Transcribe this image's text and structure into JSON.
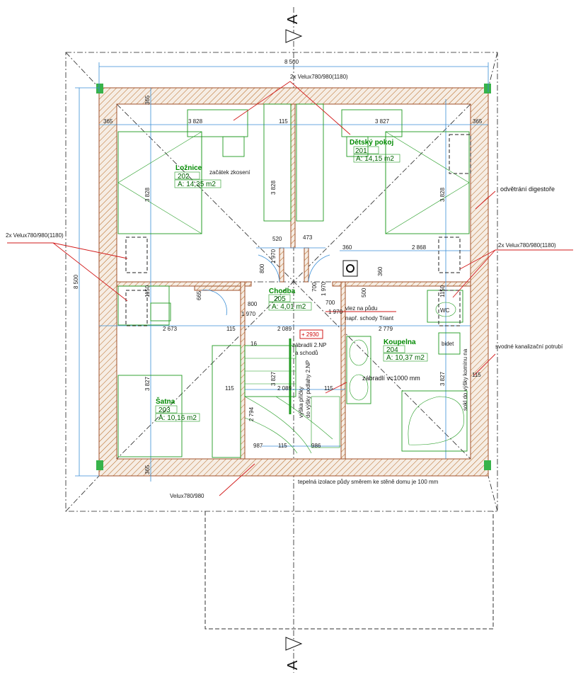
{
  "section_marks": {
    "top": "A",
    "bottom": "A"
  },
  "rooms": [
    {
      "key": "loznice",
      "name": "Ložnice",
      "number": "202",
      "area": "A: 14,35 m2"
    },
    {
      "key": "detsky",
      "name": "Dětský pokoj",
      "number": "201",
      "area": "A: 14,15 m2"
    },
    {
      "key": "chodba",
      "name": "Chodba",
      "number": "205",
      "area": "A: 4,01 m2"
    },
    {
      "key": "koupelna",
      "name": "Koupelna",
      "number": "204",
      "area": "A: 10,37 m2"
    },
    {
      "key": "satna",
      "name": "Šatna",
      "number": "203",
      "area": "A: 10,16 m2"
    }
  ],
  "dimensions": {
    "overall_width": "8 500",
    "overall_height": "8 500",
    "d365": "365",
    "d3828": "3 828",
    "d3827": "3 827",
    "d115": "115",
    "d520": "520",
    "d473": "473",
    "d360": "360",
    "d2868": "2 868",
    "d800": "800",
    "d1970": "1 970",
    "d665": "665",
    "d700": "700",
    "d500": "500",
    "d2673": "2 673",
    "d2089": "2 089",
    "d2779": "2 779",
    "d2930": "+ 2930",
    "d16": "16",
    "d2794": "2 794",
    "d987": "987",
    "d986": "986",
    "d1150": "1150"
  },
  "annotations": {
    "velux_top": "2x Velux780/980(1180)",
    "velux_left": "2x Velux780/980(1180)",
    "velux_right": "2x Velux780/980(1180)",
    "velux_bottom": "Velux780/980",
    "zacatek": "začátek zkosení",
    "odvetrani": "odvětrání digestoře",
    "vlez": "vlez na půdu",
    "vlez2": "např. schody Triant",
    "zabradli_np": "zábradlí 2.NP",
    "zabradli_np2": "a schodů",
    "zabradli_v": "zábradlí v=1000 mm",
    "svodne": "svodné kanalizační potrubí",
    "izolace": "tepelná izolace půdy směrem ke stěně domu je 100 mm",
    "wc": "WC",
    "bidet": "bidet",
    "pricky": "výška příčky",
    "pricky2": "do výšky podlahy 2.NP",
    "kom": "sokl do výšky komínu na"
  }
}
